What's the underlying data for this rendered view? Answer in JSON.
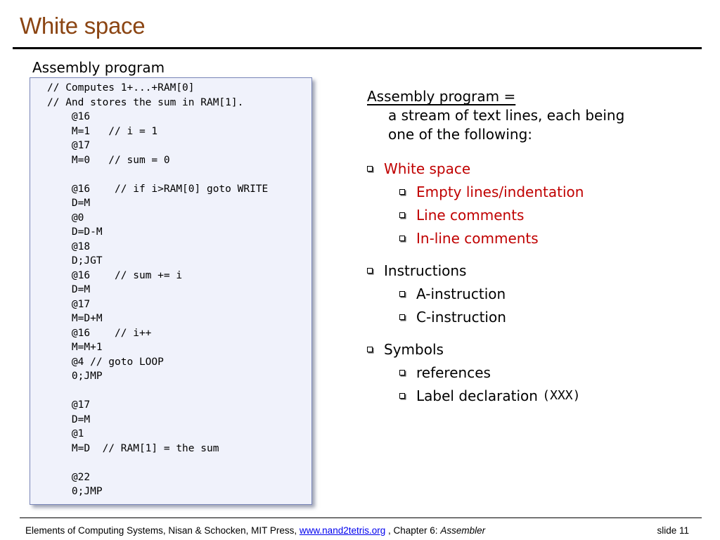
{
  "slide": {
    "title": "White space",
    "number": "slide 11"
  },
  "code_panel": {
    "caption": "Assembly program",
    "lines": [
      "// Computes 1+...+RAM[0]",
      "// And stores the sum in RAM[1].",
      "    @16",
      "    M=1   // i = 1",
      "    @17",
      "    M=0   // sum = 0",
      "",
      "    @16    // if i>RAM[0] goto WRITE",
      "    D=M",
      "    @0",
      "    D=D-M",
      "    @18",
      "    D;JGT",
      "    @16    // sum += i",
      "    D=M",
      "    @17",
      "    M=D+M",
      "    @16    // i++",
      "    M=M+1",
      "    @4 // goto LOOP",
      "    0;JMP",
      "",
      "    @17",
      "    D=M",
      "    @1",
      "    M=D  // RAM[1] = the sum",
      "",
      "    @22",
      "    0;JMP"
    ]
  },
  "description": {
    "heading": "Assembly program =",
    "line1": "a stream of text lines, each being",
    "line2": "one of the following:",
    "groups": [
      {
        "label": "White space",
        "items": [
          "Empty lines/indentation",
          "Line comments",
          "In-line comments"
        ]
      },
      {
        "label": "Instructions",
        "items": [
          "A-instruction",
          "C-instruction"
        ]
      },
      {
        "label": "Symbols",
        "items": [
          "references",
          "Label declaration",
          "(XXX)"
        ]
      }
    ]
  },
  "footer": {
    "text_before": "Elements of Computing Systems, Nisan & Schocken, MIT Press,",
    "link": "www.nand2tetris.org",
    "text_middle": ", Chapter 6:",
    "chapter": "Assembler"
  },
  "colors": {
    "title": "#8b4513",
    "highlight": "#c00000",
    "code_background": "#f0f2fb",
    "code_border": "#7986b8",
    "link": "#0000ee"
  }
}
